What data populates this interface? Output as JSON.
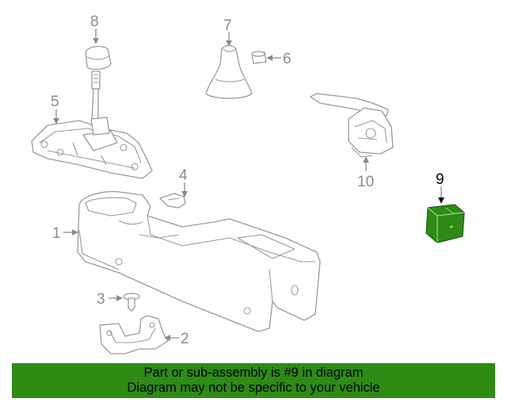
{
  "callouts": {
    "c1": "1",
    "c2": "2",
    "c3": "3",
    "c4": "4",
    "c5": "5",
    "c6": "6",
    "c7": "7",
    "c8": "8",
    "c9": "9",
    "c10": "10"
  },
  "highlight_part": "9",
  "banner": {
    "line1": "Part or sub-assembly is #9 in diagram",
    "line2": "Diagram may not be specific to your vehicle"
  },
  "colors": {
    "banner_bg": "#2e8b14",
    "part_highlight": "#2e8b14",
    "line_gray": "#9a9a9a"
  }
}
